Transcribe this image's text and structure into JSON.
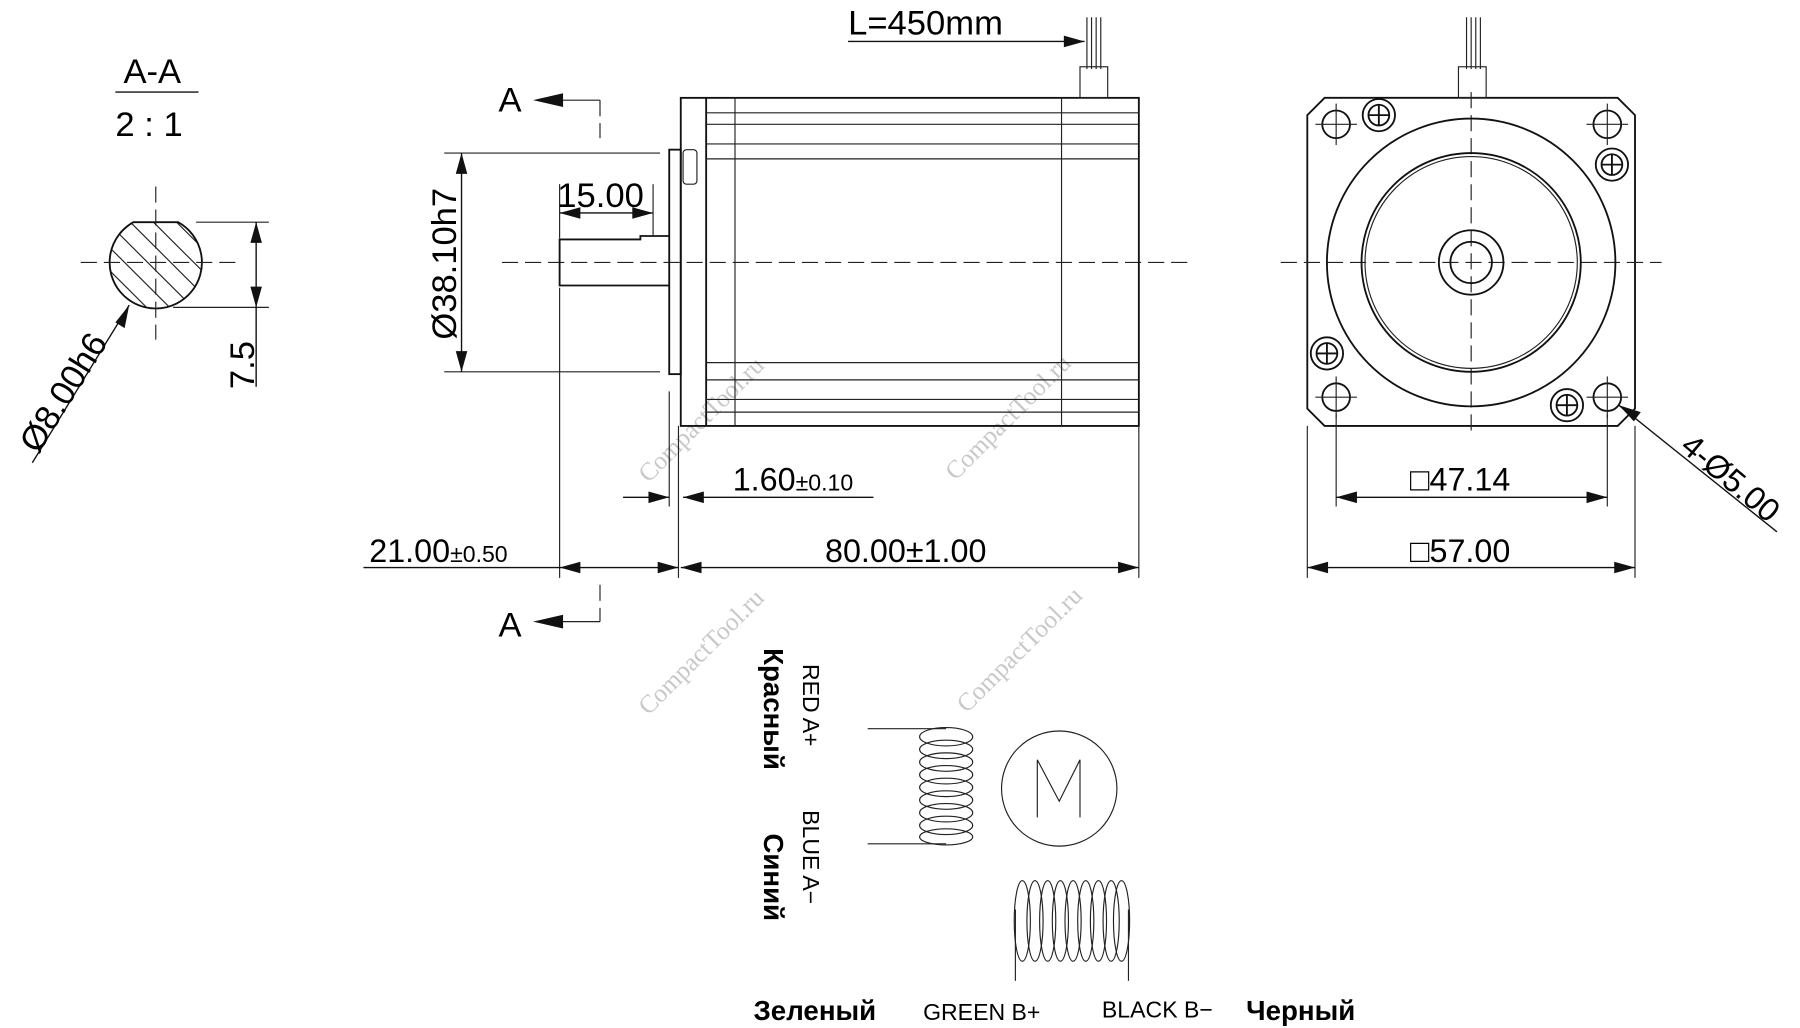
{
  "section": {
    "title": "A-A",
    "scale": "2 : 1",
    "diameter": "Ø8.00h6",
    "flat": "7.5"
  },
  "side_view": {
    "cable_length": "L=450mm",
    "pilot_diameter": "Ø38.10h7",
    "shaft_flat_length": "15.00",
    "pilot_height": "1.60",
    "pilot_height_tol": "±0.10",
    "shaft_length": "21.00",
    "shaft_length_tol": "±0.50",
    "body_length": "80.00±1.00",
    "section_marker": "A"
  },
  "front_view": {
    "hole_spacing": "□47.14",
    "flange_size": "□57.00",
    "holes": "4-Ø5.00"
  },
  "wiring": {
    "red_ru": "Красный",
    "red_en": "RED A+",
    "blue_ru": "Синий",
    "blue_en": "BLUE A−",
    "green_ru": "Зеленый",
    "green_en": "GREEN B+",
    "black_en": "BLACK B−",
    "black_ru": "Черный",
    "motor_symbol": "M"
  },
  "watermark": "CompactTool.ru"
}
